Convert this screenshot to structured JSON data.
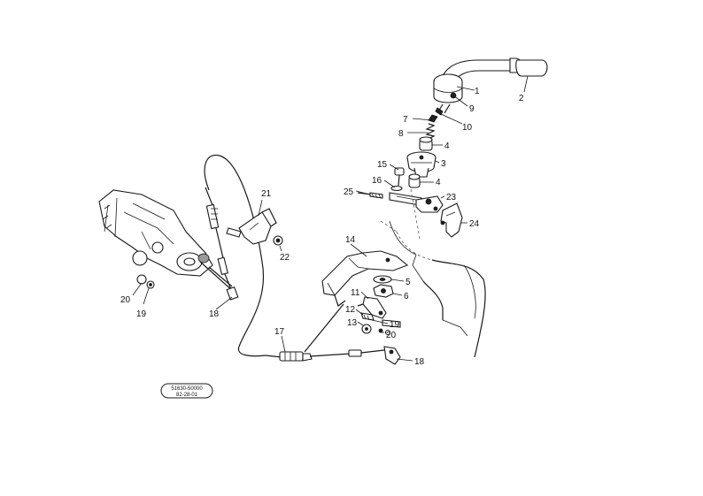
{
  "callouts": [
    {
      "id": "c1",
      "label": "1"
    },
    {
      "id": "c2",
      "label": "2"
    },
    {
      "id": "c9",
      "label": "9"
    },
    {
      "id": "c7",
      "label": "7"
    },
    {
      "id": "c10",
      "label": "10"
    },
    {
      "id": "c8",
      "label": "8"
    },
    {
      "id": "c4a",
      "label": "4"
    },
    {
      "id": "c3",
      "label": "3"
    },
    {
      "id": "c15",
      "label": "15"
    },
    {
      "id": "c16",
      "label": "16"
    },
    {
      "id": "c4b",
      "label": "4"
    },
    {
      "id": "c25",
      "label": "25"
    },
    {
      "id": "c23",
      "label": "23"
    },
    {
      "id": "c24",
      "label": "24"
    },
    {
      "id": "c21",
      "label": "21"
    },
    {
      "id": "c22",
      "label": "22"
    },
    {
      "id": "c14",
      "label": "14"
    },
    {
      "id": "c5",
      "label": "5"
    },
    {
      "id": "c11",
      "label": "11"
    },
    {
      "id": "c6",
      "label": "6"
    },
    {
      "id": "c12",
      "label": "12"
    },
    {
      "id": "c19a",
      "label": "19"
    },
    {
      "id": "c13",
      "label": "13"
    },
    {
      "id": "c20a",
      "label": "20"
    },
    {
      "id": "c20b",
      "label": "20"
    },
    {
      "id": "c19b",
      "label": "19"
    },
    {
      "id": "c18a",
      "label": "18"
    },
    {
      "id": "c17",
      "label": "17"
    },
    {
      "id": "c18b",
      "label": "18"
    }
  ],
  "stamp": {
    "line1": "51630-50000",
    "line2": "82-28-01"
  }
}
